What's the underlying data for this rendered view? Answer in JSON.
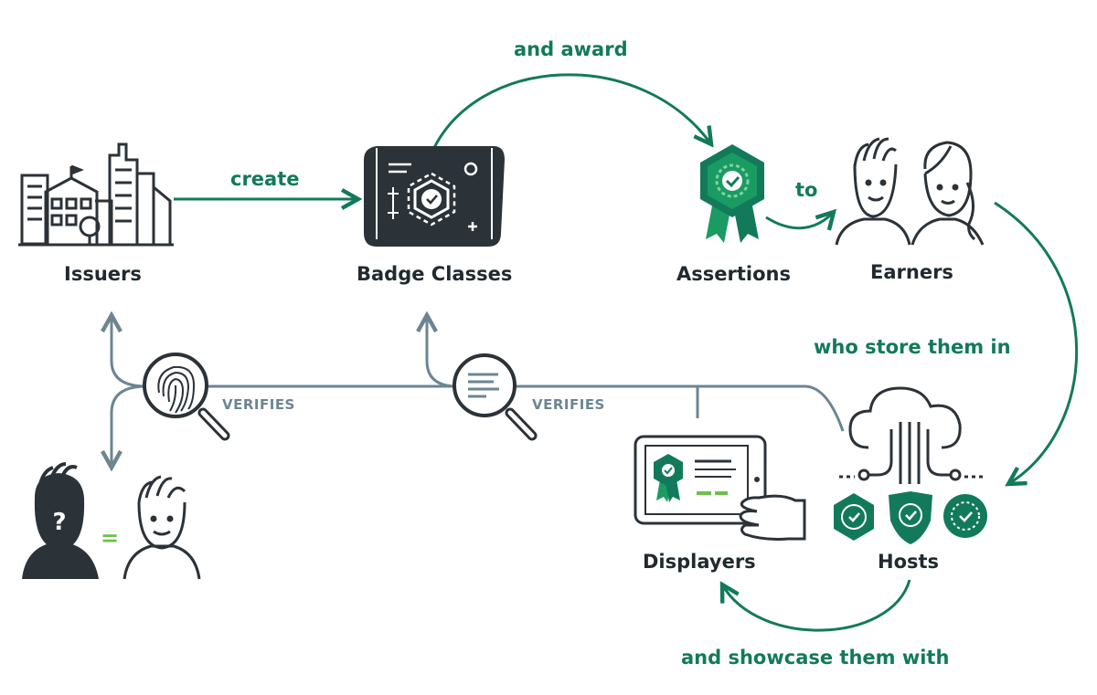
{
  "nodes": {
    "issuers": "Issuers",
    "badge_classes": "Badge Classes",
    "assertions": "Assertions",
    "earners": "Earners",
    "hosts": "Hosts",
    "displayers": "Displayers"
  },
  "relations": {
    "create": "create",
    "and_award": "and award",
    "to": "to",
    "who_store": "who store them in",
    "showcase": "and showcase them with"
  },
  "verifies": [
    "VERIFIES",
    "VERIFIES"
  ],
  "glyphs": {
    "question": "?",
    "equals": "="
  },
  "colors": {
    "green": "#127a5a",
    "badge_light": "#1a9b63",
    "dark": "#2b3238",
    "verify_line": "#6b8593",
    "accent_light_green": "#6cc04a"
  }
}
